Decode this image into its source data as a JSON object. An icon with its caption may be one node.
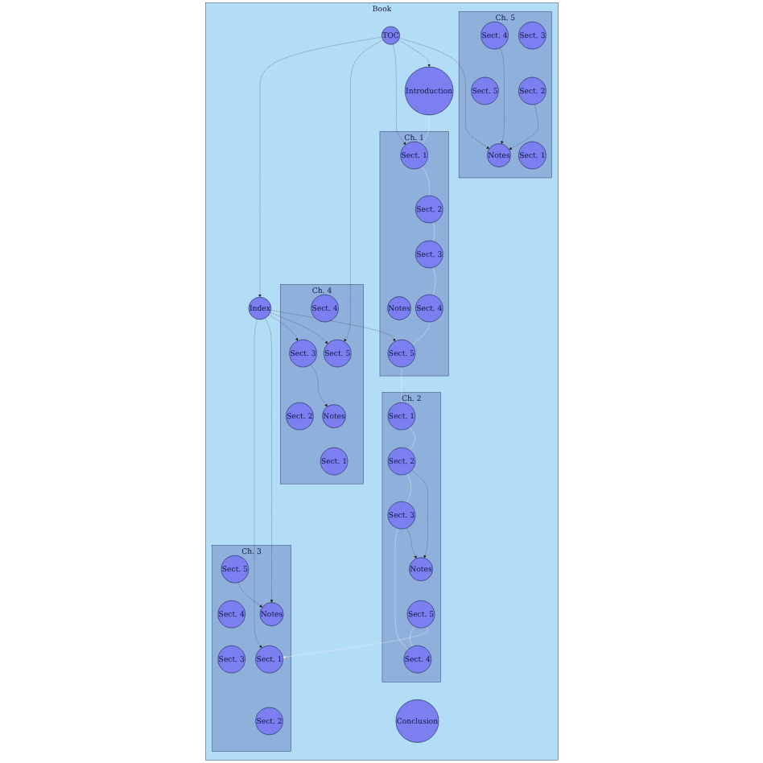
{
  "diagram": {
    "nodes": [
      {
        "text": [
          "Book"
        ]
      },
      {
        "text": [
          "Conclusion"
        ],
        "in": 0
      },
      {
        "text": [
          "Introduction"
        ],
        "in": 0
      },
      {
        "text": [
          "Ch. 5"
        ],
        "in": 0
      },
      {
        "text": [
          "Sect. 4"
        ],
        "in": 3
      },
      {
        "text": [
          "Sect. 3"
        ],
        "in": 3
      },
      {
        "text": [
          "Sect. 5"
        ],
        "in": 3
      },
      {
        "text": [
          "Sect. 2"
        ],
        "in": 3
      },
      {
        "text": [
          "Notes"
        ],
        "in": 3
      },
      {
        "text": [
          "Sect. 1"
        ],
        "in": 3
      },
      {
        "text": [
          "Ch. 1"
        ],
        "in": 0
      },
      {
        "text": [
          "Sect. 2"
        ],
        "in": 10
      },
      {
        "text": [
          "Sect. 1"
        ],
        "in": 10
      },
      {
        "text": [
          "Sect. 3"
        ],
        "in": 10
      },
      {
        "text": [
          "Notes"
        ],
        "in": 10
      },
      {
        "text": [
          "Sect. 4"
        ],
        "in": 10
      },
      {
        "text": [
          "Sect. 5"
        ],
        "in": 10
      },
      {
        "text": [
          "TOC"
        ],
        "in": 0
      },
      {
        "text": [
          "Ch. 4"
        ],
        "in": 0
      },
      {
        "text": [
          "Sect. 5"
        ],
        "in": 18
      },
      {
        "text": [
          "Sect. 4"
        ],
        "in": 18
      },
      {
        "text": [
          "Notes"
        ],
        "in": 18
      },
      {
        "text": [
          "Sect. 3"
        ],
        "in": 18
      },
      {
        "text": [
          "Sect. 1"
        ],
        "in": 18
      },
      {
        "text": [
          "Sect. 2"
        ],
        "in": 18
      },
      {
        "text": [
          "Index"
        ],
        "in": 0
      },
      {
        "text": [
          "Ch. 2"
        ],
        "in": 0
      },
      {
        "text": [
          "Sect. 1"
        ],
        "in": 26
      },
      {
        "text": [
          "Notes"
        ],
        "in": 26
      },
      {
        "text": [
          "Sect. 2"
        ],
        "in": 26
      },
      {
        "text": [
          "Sect. 5"
        ],
        "in": 26
      },
      {
        "text": [
          "Sect. 3"
        ],
        "in": 26
      },
      {
        "text": [
          "Sect. 4"
        ],
        "in": 26
      },
      {
        "text": [
          "Ch. 3"
        ],
        "in": 0
      },
      {
        "text": [
          "Notes"
        ],
        "in": 33
      },
      {
        "text": [
          "Sect. 5"
        ],
        "in": 33
      },
      {
        "text": [
          "Sect. 1"
        ],
        "in": 33
      },
      {
        "text": [
          "Sect. 4"
        ],
        "in": 33
      },
      {
        "text": [
          "Sect. 2"
        ],
        "in": 33
      },
      {
        "text": [
          "Sect. 3"
        ],
        "in": 33
      }
    ],
    "edges": [
      {
        "from": 17,
        "to": 2,
        "arrow": "to",
        "style": "dashed"
      },
      {
        "from": 17,
        "to": 12,
        "arrow": "to",
        "style": "dashed"
      },
      {
        "from": 17,
        "to": 8,
        "arrow": "to",
        "style": "dashed"
      },
      {
        "from": 17,
        "to": 19,
        "arrow": "to",
        "style": "dashed"
      },
      {
        "from": 17,
        "to": 25,
        "arrow": "to",
        "style": "dashed"
      },
      {
        "from": 25,
        "to": 16,
        "arrow": "to",
        "style": "dashed"
      },
      {
        "from": 25,
        "to": 19,
        "arrow": "to",
        "style": "dashed"
      },
      {
        "from": 25,
        "to": 22,
        "arrow": "to",
        "style": "dashed"
      },
      {
        "from": 25,
        "to": 34,
        "arrow": "to",
        "style": "dashed"
      },
      {
        "from": 25,
        "to": 36,
        "arrow": "to",
        "style": "dashed"
      },
      {
        "from": 4,
        "to": 8,
        "arrow": "to",
        "style": "dashed"
      },
      {
        "from": 7,
        "to": 8,
        "arrow": "to",
        "style": "dashed"
      },
      {
        "from": 22,
        "to": 21,
        "arrow": "to",
        "style": "dashed"
      },
      {
        "from": 35,
        "to": 34,
        "arrow": "to",
        "style": "dashed"
      },
      {
        "from": 29,
        "to": 28,
        "arrow": "to",
        "style": "dashed"
      },
      {
        "from": 31,
        "to": 28,
        "arrow": "to",
        "style": "dashed"
      },
      {
        "from": 2,
        "to": 12,
        "arrow": "none",
        "color": "#eeeeee"
      },
      {
        "from": 12,
        "to": 11,
        "arrow": "none",
        "color": "#eeeeee"
      },
      {
        "from": 11,
        "to": 13,
        "arrow": "none",
        "color": "#eeeeee"
      },
      {
        "from": 13,
        "to": 15,
        "arrow": "none",
        "color": "#eeeeee"
      },
      {
        "from": 15,
        "to": 16,
        "arrow": "none",
        "color": "#eeeeee"
      },
      {
        "from": 16,
        "to": 27,
        "arrow": "none",
        "color": "#eeeeee"
      },
      {
        "from": 27,
        "to": 29,
        "arrow": "none",
        "color": "#eeeeee"
      },
      {
        "from": 29,
        "to": 31,
        "arrow": "none",
        "color": "#eeeeee"
      },
      {
        "from": 31,
        "to": 32,
        "arrow": "none",
        "color": "#eeeeee"
      },
      {
        "from": 32,
        "to": 30,
        "arrow": "none",
        "color": "#eeeeee"
      },
      {
        "from": 30,
        "to": 36,
        "arrow": "to",
        "color": "#eeeeee"
      }
    ]
  }
}
